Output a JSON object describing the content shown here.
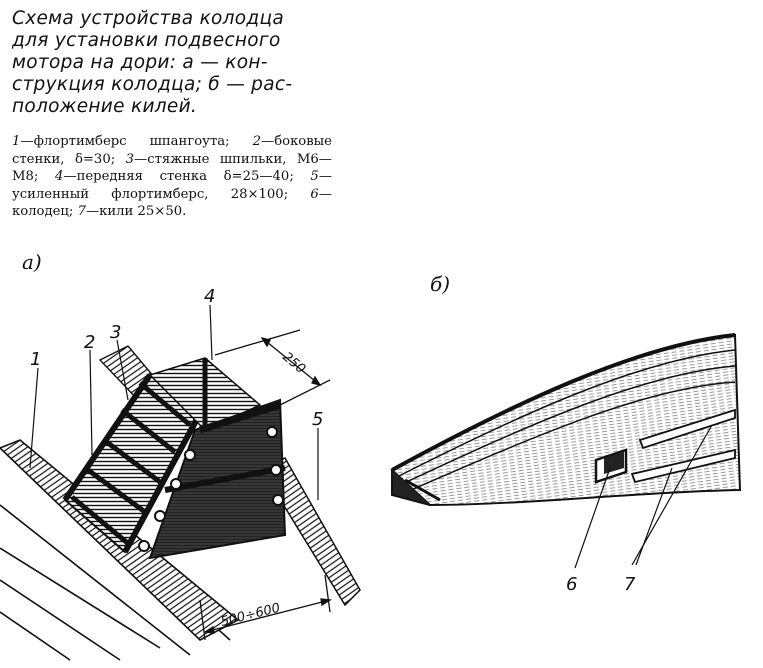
{
  "caption": {
    "lines": [
      "Схема устройства колодца",
      "для установки подвесного",
      "мотора на дори: а — кон-",
      "струкция колодца; б — рас-",
      "положение килей."
    ]
  },
  "legend": [
    {
      "num": "1",
      "text": "—флортимберс шпангоута;"
    },
    {
      "num": "2",
      "text": "—боковые стенки, δ=30;"
    },
    {
      "num": "3",
      "text": "—стяжные шпильки, М6—М8;"
    },
    {
      "num": "4",
      "text": "—передняя стенка δ=25—40;"
    },
    {
      "num": "5",
      "text": "—усиленный флортимберс, 28×100;"
    },
    {
      "num": "6",
      "text": "—колодец;"
    },
    {
      "num": "7",
      "text": "—кили 25×50."
    }
  ],
  "figure_a": {
    "label": "а)",
    "callouts": [
      "1",
      "2",
      "3",
      "4",
      "5"
    ],
    "dim_width": "250",
    "dim_length": "500÷600"
  },
  "figure_b": {
    "label": "б)",
    "callouts": [
      "6",
      "7"
    ]
  }
}
